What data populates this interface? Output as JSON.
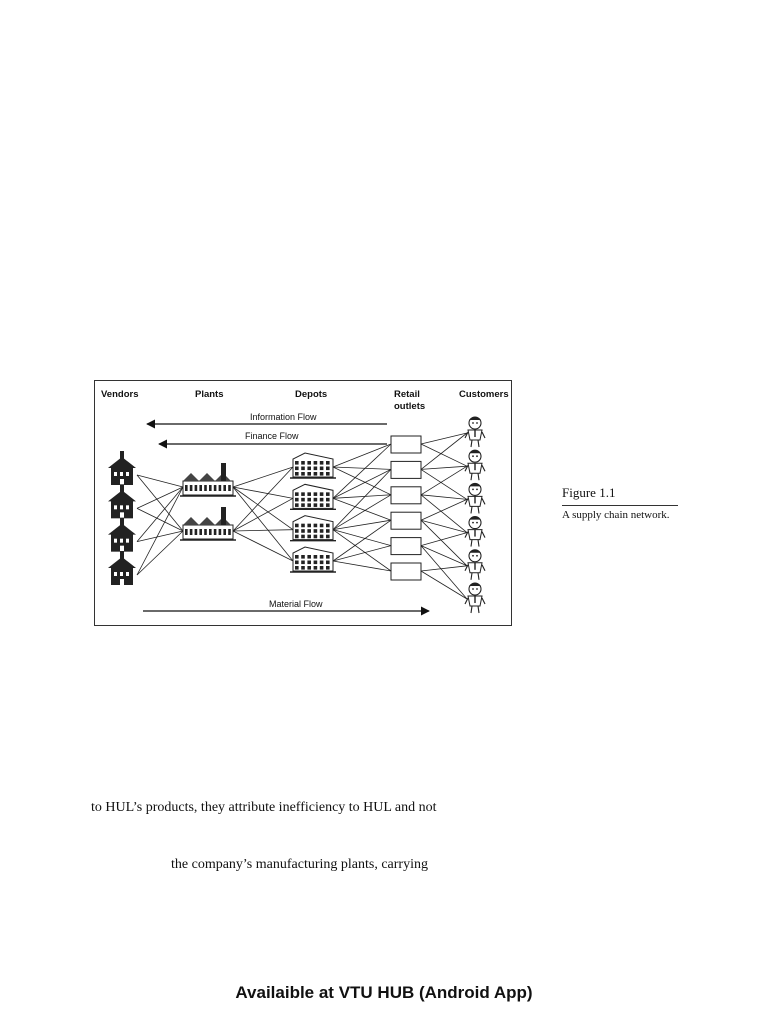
{
  "figure": {
    "columns": {
      "vendors": "Vendors",
      "plants": "Plants",
      "depots": "Depots",
      "retail_line1": "Retail",
      "retail_line2": "outlets",
      "customers": "Customers"
    },
    "flows": {
      "information": "Information Flow",
      "finance": "Finance Flow",
      "material": "Material Flow"
    },
    "counts": {
      "vendors": 4,
      "plants": 2,
      "depots": 4,
      "retail_outlets": 6,
      "customers": 6
    },
    "icons": {
      "vendor": "schoolhouse-icon",
      "plant": "factory-icon",
      "depot": "warehouse-icon",
      "retail": "store-box-icon",
      "customer": "person-icon"
    }
  },
  "caption": {
    "title": "Figure 1.1",
    "text": "A supply chain network."
  },
  "body": {
    "line1": "to HUL’s products, they attribute inefficiency to HUL and not",
    "line2": "the company’s manufacturing plants, carrying"
  },
  "footer": {
    "text": "Availaible at VTU HUB (Android App)"
  }
}
